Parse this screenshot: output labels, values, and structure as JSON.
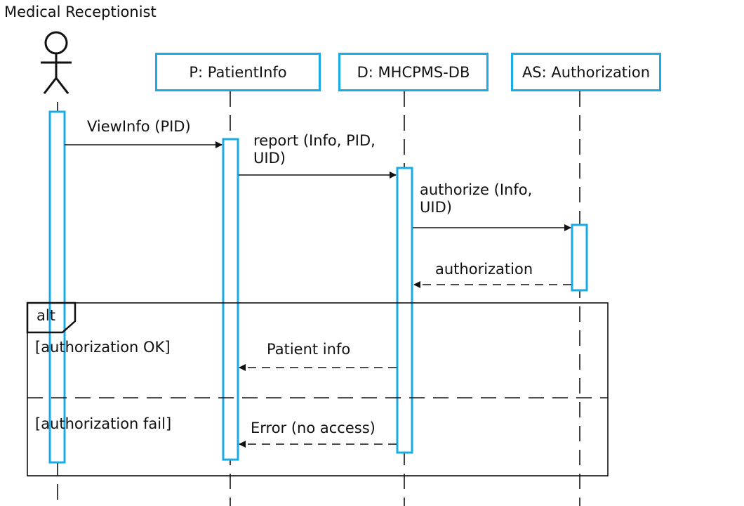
{
  "actor": {
    "title": "Medical Receptionist"
  },
  "lifelines": [
    {
      "label": "P: PatientInfo"
    },
    {
      "label": "D: MHCPMS-DB"
    },
    {
      "label": "AS: Authorization"
    }
  ],
  "messages": [
    {
      "label": "ViewInfo (PID)"
    },
    {
      "label": "report (Info, PID,\nUID)"
    },
    {
      "label": "authorize (Info,\nUID)"
    },
    {
      "label": "authorization"
    },
    {
      "label": "Patient info"
    },
    {
      "label": "Error (no access)"
    }
  ],
  "fragment": {
    "operator": "alt",
    "guards": [
      "[authorization OK]",
      "[authorization fail]"
    ]
  },
  "colors": {
    "lifeline_box": "#19abe6",
    "activation": "#19abe6",
    "lines": "#111111"
  }
}
